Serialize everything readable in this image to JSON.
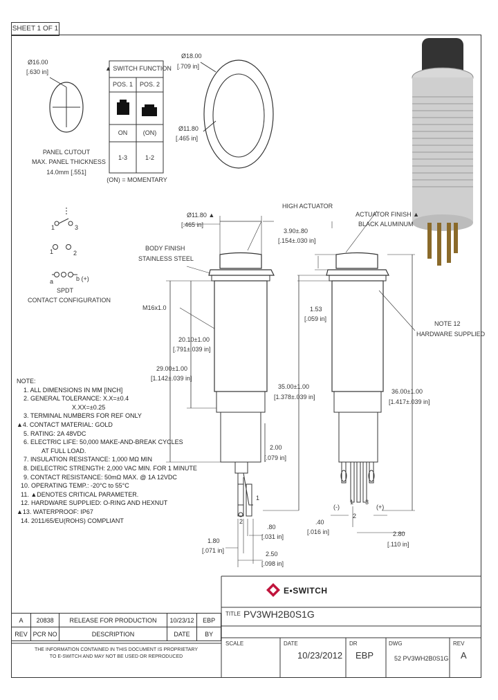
{
  "sheet": "SHEET 1 OF 1",
  "panel_cutout": {
    "dia_mm": "Ø16.00",
    "dia_in": "[.630 in]",
    "label1": "PANEL CUTOUT",
    "label2": "MAX. PANEL THICKNESS",
    "label3": "14.0mm [.551]"
  },
  "switch_function": {
    "title": "▲ SWITCH FUNCTION",
    "pos1": "POS. 1",
    "pos2": "POS. 2",
    "state1": "ON",
    "state2": "(ON)",
    "term1": "1-3",
    "term2": "1-2",
    "footnote": "(ON) = MOMENTARY"
  },
  "ring": {
    "outer_mm": "Ø18.00",
    "outer_in": "[.709 in]",
    "inner_mm": "Ø11.80",
    "inner_in": "[.465 in]"
  },
  "contact_config": {
    "t1": "1",
    "t2": "2",
    "t3": "3",
    "a": "a",
    "b": "b (+)",
    "label1": "SPDT",
    "label2": "CONTACT CONFIGURATION"
  },
  "left_view": {
    "dim_top_mm": "Ø11.80 ▲",
    "dim_top_in": "[.465 in]",
    "body_finish1": "BODY FINISH",
    "body_finish2": "STAINLESS STEEL",
    "thread": "M16x1.0",
    "d20_mm": "20.10±1.00",
    "d20_in": "[.791±.039 in]",
    "d29_mm": "29.00±1.00",
    "d29_in": "[1.142±.039 in]",
    "d180_mm": "1.80",
    "d180_in": "[.071 in]",
    "d080_mm": ".80",
    "d080_in": "[.031 in]",
    "d250_mm": "2.50",
    "d250_in": "[.098 in]",
    "pin1": "1",
    "pin2": "2"
  },
  "right_view": {
    "actuator": "HIGH ACTUATOR",
    "finish1": "ACTUATOR FINISH ▲",
    "finish2": "BLACK ALUMINUM",
    "d390_mm": "3.90±.80",
    "d390_in": "[.154±.030 in]",
    "d153_mm": "1.53",
    "d153_in": "[.059 in]",
    "note12_1": "NOTE 12",
    "note12_2": "HARDWARE SUPPLIED",
    "d35_mm": "35.00±1.00",
    "d35_in": "[1.378±.039 in]",
    "d36_mm": "36.00±1.00",
    "d36_in": "[1.417±.039 in]",
    "d200_mm": "2.00",
    "d200_in": "[.079 in]",
    "d040_mm": ".40",
    "d040_in": "[.016 in]",
    "d280_mm": "2.80",
    "d280_in": "[.110 in]",
    "neg": "(-)",
    "pos": "(+)",
    "p1": "1",
    "p2": "2",
    "p3": "3"
  },
  "notes": [
    "NOTE:",
    "1. ALL DIMENSIONS IN MM [INCH]",
    "2. GENERAL TOLERANCE: X.X=±0.4",
    "X.XX=±0.25",
    "3. TERMINAL NUMBERS FOR REF ONLY",
    "▲4. CONTACT MATERIAL: GOLD",
    "5. RATING: 2A 48VDC",
    "6. ELECTRIC LIFE: 50,000 MAKE-AND-BREAK CYCLES",
    "AT FULL LOAD.",
    "7. INSULATION RESISTANCE: 1,000 MΩ MIN",
    "8. DIELECTRIC STRENGTH: 2,000 VAC MIN. FOR 1 MINUTE",
    "9. CONTACT RESISTANCE: 50mΩ MAX. @ 1A 12VDC",
    "10. OPERATING TEMP.: -20°C to 55°C",
    "11. ▲DENOTES CRITICAL PARAMETER.",
    "12. HARDWARE SUPPLIED: O-RING AND HEXNUT",
    "▲13. WATERPROOF: IP67",
    "14. 2011/65/EU(ROHS) COMPLIANT"
  ],
  "logo": "E•SWITCH",
  "title_label": "TITLE",
  "title_value": "PV3WH2B0S1G",
  "revision_table": {
    "row": [
      "A",
      "20838",
      "RELEASE FOR PRODUCTION",
      "10/23/12",
      "EBP"
    ],
    "header": [
      "REV",
      "PCR NO",
      "DESCRIPTION",
      "DATE",
      "BY"
    ]
  },
  "disclaimer1": "THE INFORMATION CONTAINED IN THIS DOCUMENT IS PROPRIETARY",
  "disclaimer2": "TO E-SWITCH AND MAY NOT BE USED OR REPRODUCED",
  "title_block": {
    "scale_label": "SCALE",
    "scale_value": "",
    "date_label": "DATE",
    "date_value": "10/23/2012",
    "dr_label": "DR",
    "dr_value": "EBP",
    "dwg_label": "DWG",
    "dwg_value": "52 PV3WH2B0S1G",
    "rev_label": "REV",
    "rev_value": "A"
  }
}
